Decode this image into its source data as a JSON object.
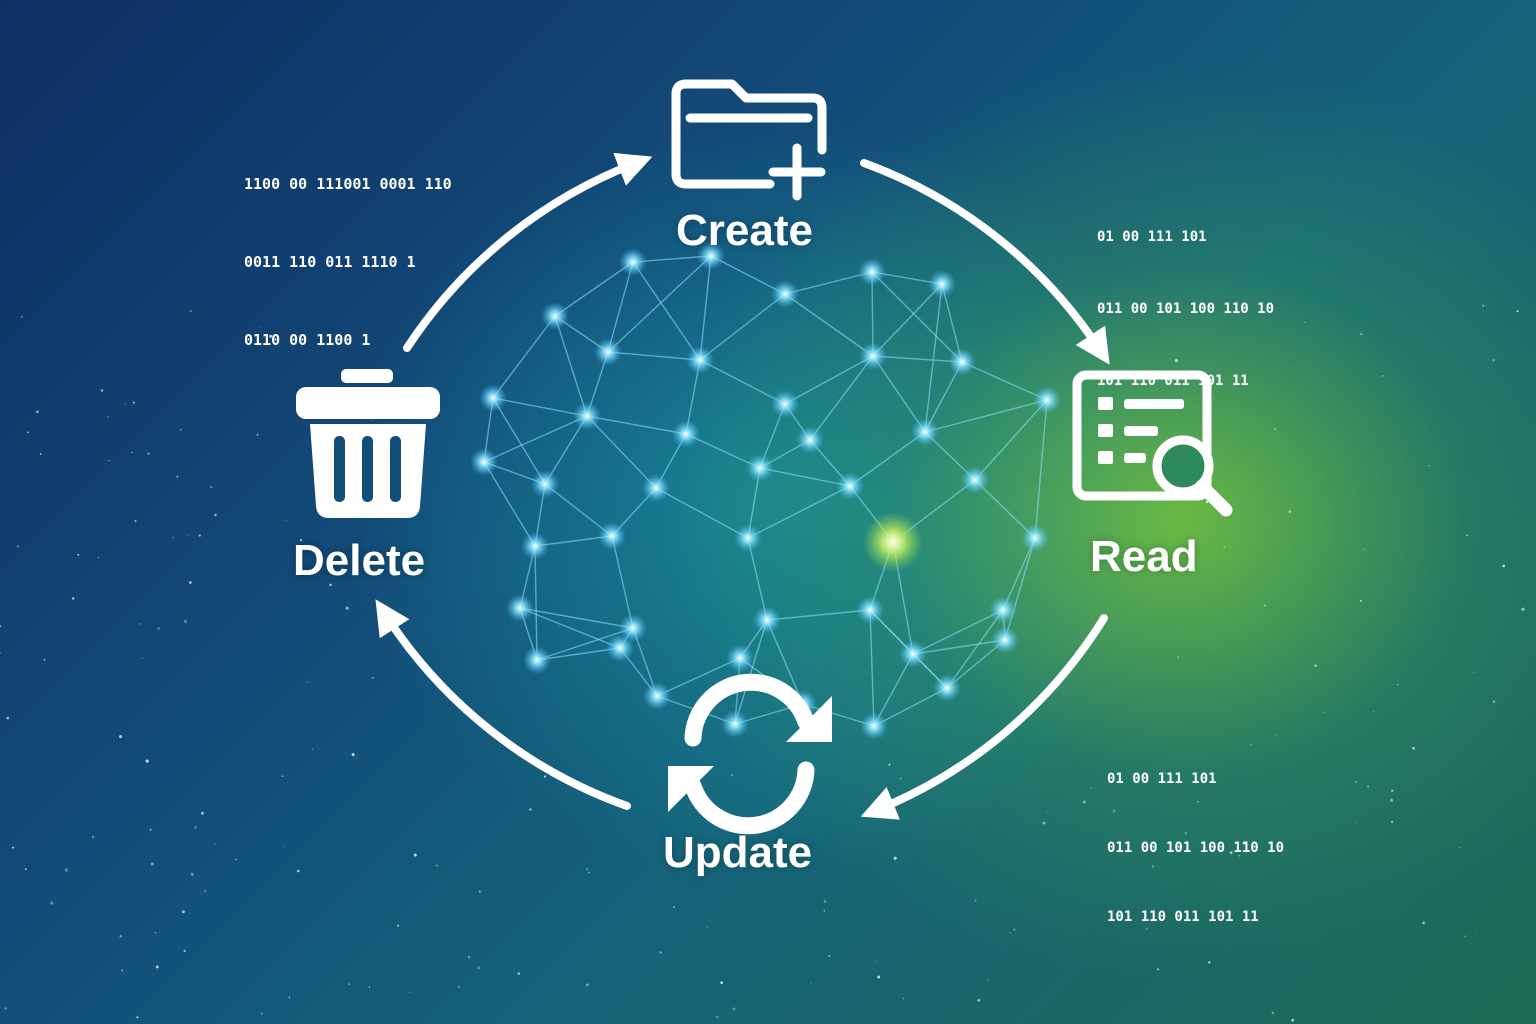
{
  "steps": {
    "create": {
      "label": "Create",
      "icon": "folder-plus-icon"
    },
    "read": {
      "label": "Read",
      "icon": "document-search-icon"
    },
    "update": {
      "label": "Update",
      "icon": "refresh-icon"
    },
    "delete": {
      "label": "Delete",
      "icon": "trash-icon"
    }
  },
  "binary_blocks": {
    "top_left": [
      "1100 00 111001 0001 110",
      "0011 110 011 1110 1",
      "0110 00 1100 1"
    ],
    "top_right": [
      "01 00 111 101",
      "011 00 101 100 110 10",
      "101 110 011 101 11"
    ],
    "bottom_right": [
      "01 00 111 101",
      "011 00 101 100 110 10",
      "101 110 011 101 11"
    ]
  },
  "colors": {
    "accent_green": "#8ee04a",
    "node_glow": "#7fe3ff",
    "icon_white": "#ffffff"
  }
}
